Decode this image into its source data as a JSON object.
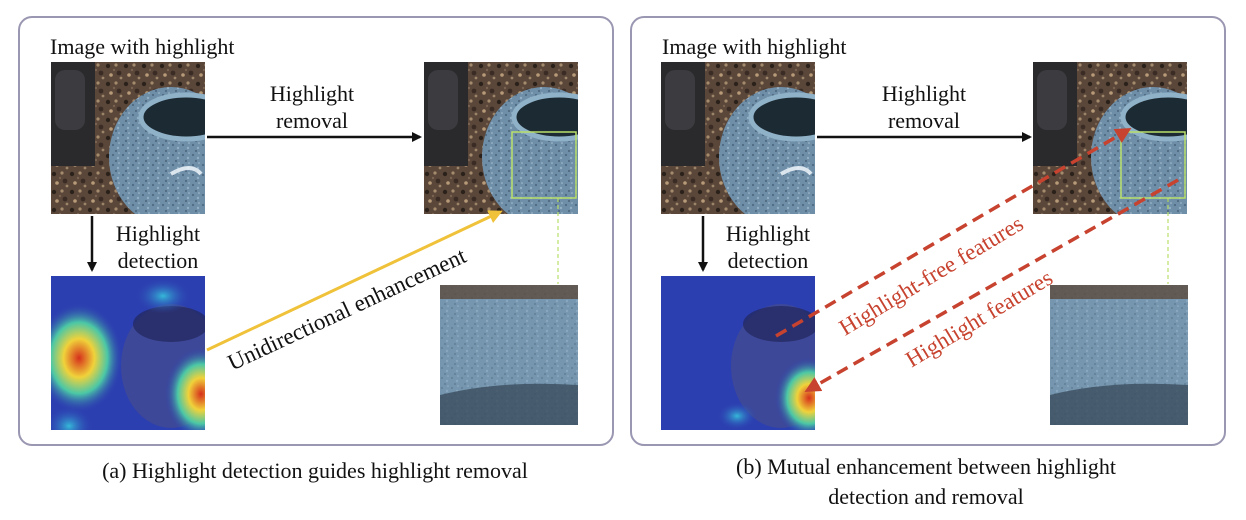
{
  "panel_a": {
    "input_label": "Image with highlight",
    "removal_label_line1": "Highlight",
    "removal_label_line2": "removal",
    "detection_label_line1": "Highlight",
    "detection_label_line2": "detection",
    "enhancement_label": "Unidirectional enhancement",
    "caption": "(a) Highlight detection guides highlight removal"
  },
  "panel_b": {
    "input_label": "Image with highlight",
    "removal_label_line1": "Highlight",
    "removal_label_line2": "removal",
    "detection_label_line1": "Highlight",
    "detection_label_line2": "detection",
    "free_features_label": "Highlight-free features",
    "features_label": "Highlight features",
    "caption_line1": "(b) Mutual enhancement between highlight",
    "caption_line2": "detection and removal"
  },
  "colors": {
    "panel_border": "#9a97b2",
    "black_arrow": "#111111",
    "yellow_arrow": "#efc23a",
    "red_arrow": "#c7432f",
    "zoom_box": "#b9e06a"
  }
}
